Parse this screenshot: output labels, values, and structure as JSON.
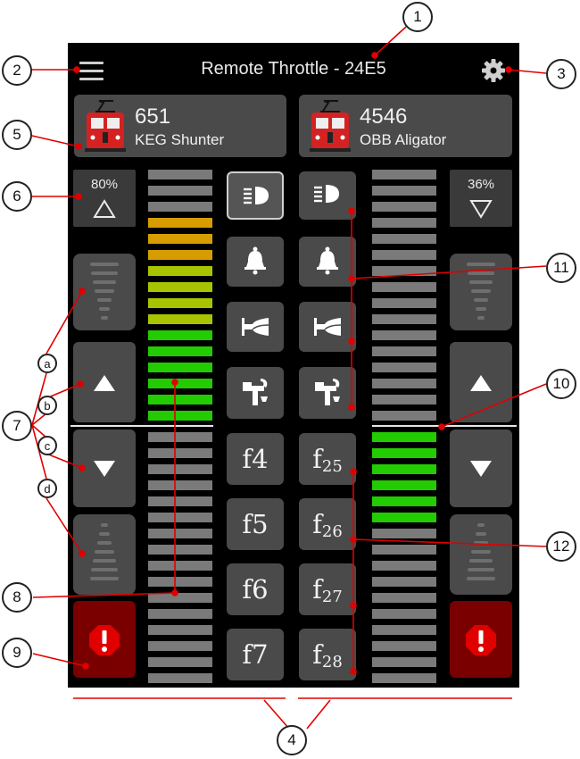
{
  "app": {
    "title": "Remote Throttle - 24E5"
  },
  "colors": {
    "background": "#000000",
    "button": "#4a4a4a",
    "callout_line": "#e00000",
    "estop": "#7a0000",
    "estop_icon": "#e00000",
    "loco_body": "#d42222",
    "bar_off": "#7a7a7a",
    "bar_green": "#22cc00",
    "bar_yellow_green": "#a8c400",
    "bar_orange": "#d79d00",
    "bar_red": "#dd0000"
  },
  "left_loco": {
    "number": "651",
    "name": "KEG Shunter",
    "speed_percent": "80%",
    "speed_fraction": 0.8,
    "direction": "forward",
    "functions": [
      "f4",
      "f5",
      "f6",
      "f7"
    ]
  },
  "right_loco": {
    "number": "4546",
    "name": "OBB Aligator",
    "speed_percent": "36%",
    "speed_fraction": 0.36,
    "direction": "reverse",
    "functions": [
      {
        "f": "f",
        "n": "25"
      },
      {
        "f": "f",
        "n": "26"
      },
      {
        "f": "f",
        "n": "27"
      },
      {
        "f": "f",
        "n": "28"
      }
    ]
  },
  "icons": {
    "menu": "hamburger-icon",
    "settings": "gear-icon",
    "loco": "locomotive-icon",
    "headlight": "headlight-icon",
    "bell": "bell-icon",
    "horn": "horn-icon",
    "coupler": "coupler-icon",
    "estop": "emergency-stop-icon"
  },
  "callouts": [
    "1",
    "2",
    "3",
    "4",
    "5",
    "6",
    "7",
    "8",
    "9",
    "10",
    "11",
    "12"
  ],
  "sub_callouts": [
    "a",
    "b",
    "c",
    "d"
  ]
}
